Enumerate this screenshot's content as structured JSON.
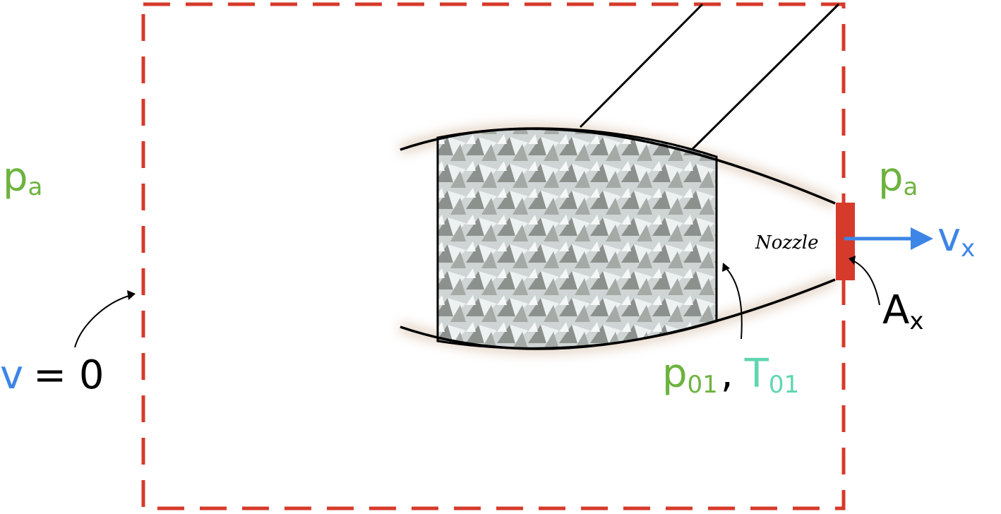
{
  "labels": {
    "pa_left": {
      "main": "p",
      "sub": "a"
    },
    "pa_right": {
      "main": "p",
      "sub": "a"
    },
    "v_eq": {
      "v": "v",
      "eq": "= 0"
    },
    "vx": {
      "main": "v",
      "sub": "x"
    },
    "ax": {
      "main": "A",
      "sub": "x"
    },
    "p01": {
      "main": "p",
      "sub": "01"
    },
    "comma": ",",
    "t01": {
      "main": "T",
      "sub": "01"
    },
    "nozzle": "Nozzle"
  },
  "colors": {
    "control_volume": "#d63a2a",
    "pressure_label": "#6db33f",
    "temperature_label": "#5fd6b0",
    "velocity_label": "#3d85e6",
    "nozzle_exit": "#d63a2a",
    "engine_outline": "#000000"
  }
}
